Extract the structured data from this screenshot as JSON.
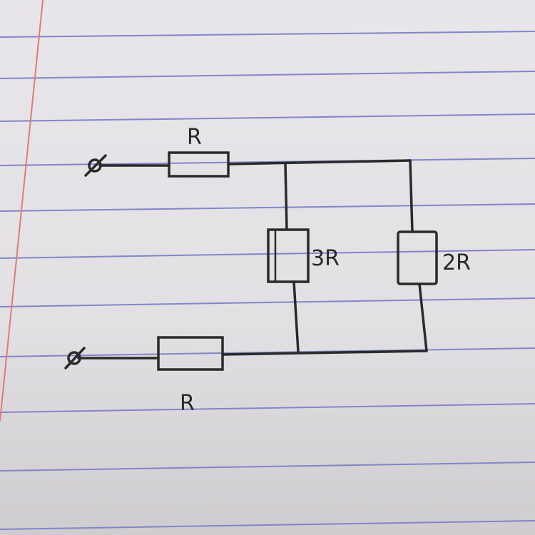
{
  "diagram": {
    "type": "circuit",
    "labels": {
      "top_resistor": "R",
      "bottom_resistor": "R",
      "middle_resistor": "3R",
      "right_resistor": "2R"
    },
    "terminal_symbol": "∅",
    "colors": {
      "paper": "#e4e2e5",
      "rule_line": "#7f86c9",
      "margin_line": "#e07a7a",
      "ink": "#2a2a2a"
    }
  }
}
